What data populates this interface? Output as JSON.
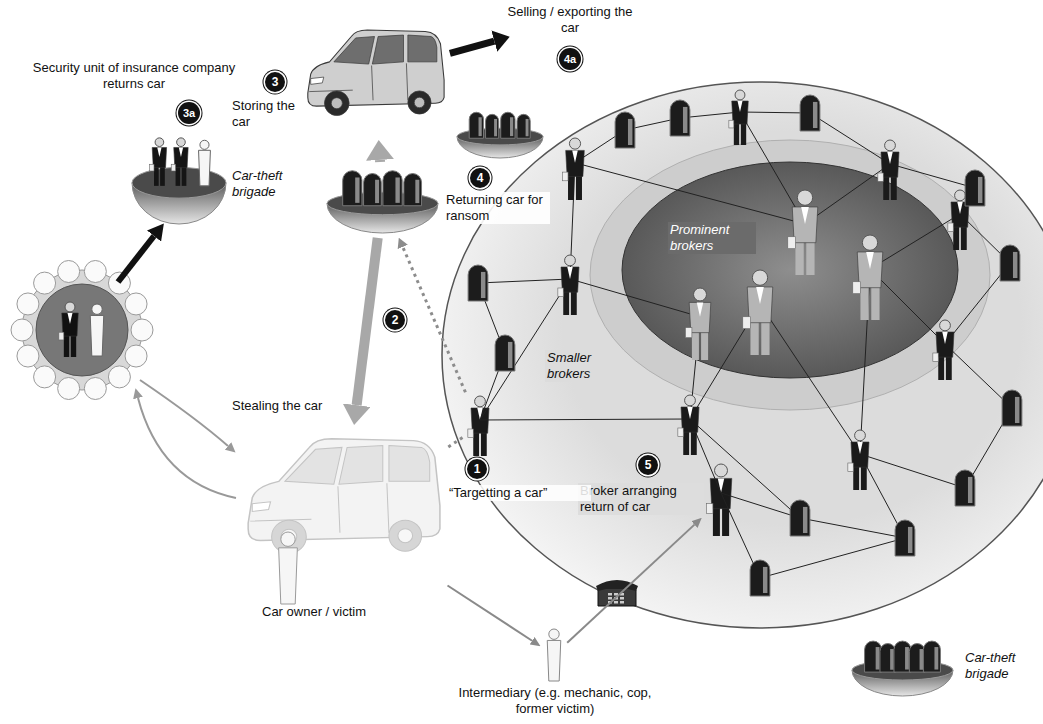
{
  "diagram": {
    "nodes": [
      {
        "text": [
          "Smaller brokers"
        ]
      },
      {
        "text": [
          "Prominent brokers"
        ],
        "in": 0
      },
      {
        "text": [
          "Car-theft brigade"
        ]
      },
      {
        "text": [
          "4",
          "Returning car for ransom"
        ]
      },
      {
        "text": [
          "Car-theft brigade"
        ]
      },
      {
        "text": [
          "3",
          "Storing the car"
        ]
      },
      {
        "text": [
          "Selling / exporting the car",
          "4a"
        ]
      },
      {
        "text": [
          "Security unit of insurance company returns car",
          "3a"
        ]
      },
      {
        "text": [
          "Car owner / victim"
        ]
      },
      {
        "text": [
          "Intermediary (e.g. mechanic, cop, former victim)"
        ]
      },
      {
        "text": [
          "5",
          "Broker arranging return of car"
        ],
        "in": 0
      },
      {
        "text": [
          "1",
          "“Targetting a car”"
        ],
        "in": 0
      }
    ],
    "edges": [
      {
        "from": 2,
        "to": 5,
        "arrow": "to"
      },
      {
        "from": 2,
        "to": 8,
        "arrow": "to"
      },
      {
        "from": 5,
        "to": 6,
        "arrow": "to"
      },
      {
        "from": 11,
        "to": 2,
        "arrow": "to"
      },
      {
        "from": 11,
        "to": 8,
        "arrow": "none"
      },
      {
        "from": 8,
        "to": 9,
        "arrow": "to"
      },
      {
        "from": 9,
        "to": 10,
        "arrow": "to"
      }
    ],
    "labels": [
      "2",
      "Stealing the car"
    ]
  }
}
